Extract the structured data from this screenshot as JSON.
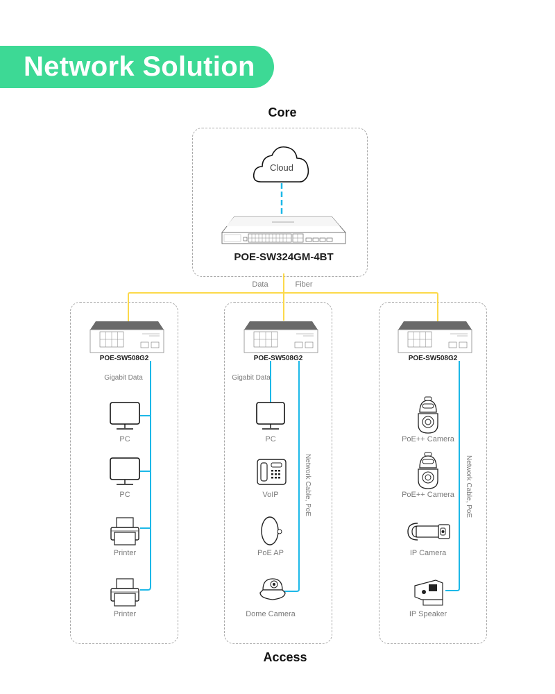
{
  "header": {
    "title": "Network Solution",
    "accent_color": "#3dd995"
  },
  "core": {
    "section_title": "Core",
    "cloud_label": "Cloud",
    "switch_model": "POE-SW324GM-4BT",
    "uplink_labels": [
      "Data",
      "Fiber"
    ]
  },
  "access": {
    "section_title": "Access",
    "groups": [
      {
        "switch_model": "POE-SW508G2",
        "cable_label": "Gigabit Data",
        "devices": [
          {
            "icon": "pc-icon",
            "label": "PC"
          },
          {
            "icon": "pc-icon",
            "label": "PC"
          },
          {
            "icon": "printer-icon",
            "label": "Printer"
          },
          {
            "icon": "printer-icon",
            "label": "Printer"
          }
        ]
      },
      {
        "switch_model": "POE-SW508G2",
        "cable_label": "Gigabit Data",
        "poe_cable_label": "Network Cable, PoE",
        "devices": [
          {
            "icon": "pc-icon",
            "label": "PC"
          },
          {
            "icon": "voip-phone-icon",
            "label": "VoIP"
          },
          {
            "icon": "access-point-icon",
            "label": "PoE AP"
          },
          {
            "icon": "dome-camera-icon",
            "label": "Dome Camera"
          }
        ]
      },
      {
        "switch_model": "POE-SW508G2",
        "poe_cable_label": "Network Cable, PoE",
        "devices": [
          {
            "icon": "ptz-camera-icon",
            "label": "PoE++ Camera"
          },
          {
            "icon": "ptz-camera-icon",
            "label": "PoE++ Camera"
          },
          {
            "icon": "bullet-camera-icon",
            "label": "IP Camera"
          },
          {
            "icon": "ip-speaker-icon",
            "label": "IP Speaker"
          }
        ]
      }
    ]
  },
  "colors": {
    "fiber": "#fcd94a",
    "data": "#1cb8e8",
    "poe": "#1ccfc9"
  }
}
